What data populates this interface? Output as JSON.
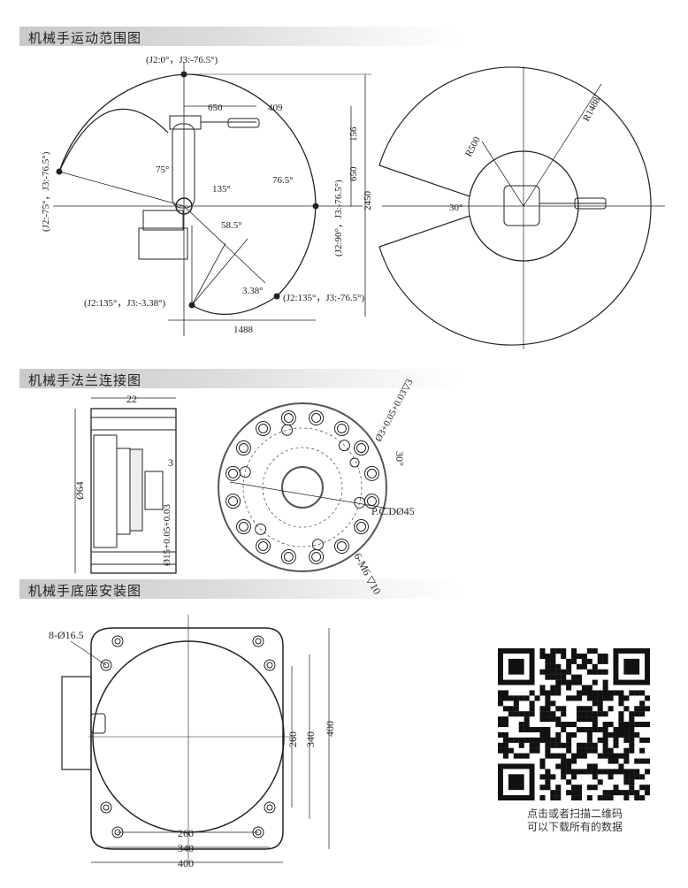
{
  "sections": {
    "motion_range": "机械手运动范围图",
    "flange": "机械手法兰连接图",
    "base": "机械手底座安装图"
  },
  "motion_side": {
    "pose_top": "(J2:0°，J3:-76.5°)",
    "pose_left": "(J2:-75°，J3:-76.5°)",
    "pose_right": "(J2:90°，J3:-76.5°)",
    "pose_bottom_left": "(J2:135°，J3:-3.38°)",
    "pose_bottom_right": "(J2:135°，J3:-76.5°)",
    "dim_arm1": "650",
    "dim_arm2": "409",
    "dim_156": "156",
    "dim_650v": "650",
    "dim_height": "2450",
    "dim_reach": "1488",
    "angle_75": "75°",
    "angle_135": "135°",
    "angle_76_5": "76.5°",
    "angle_58_5": "58.5°",
    "angle_3_38": "3.38°"
  },
  "motion_top": {
    "r_inner": "R500",
    "r_outer": "R1488",
    "angle": "30°"
  },
  "flange": {
    "width": "22",
    "diameter": "Ø64",
    "depth": "3",
    "bore": "Ø15+0.05+0.03",
    "pin": "Ø3+0.05+0.03▽3",
    "angle": "30°",
    "pcd": "P.C.DØ45",
    "thread": "6-M6 ▽10"
  },
  "base": {
    "holes": "8-Ø16.5",
    "h260": "260",
    "h340": "340",
    "h400": "400",
    "v260": "260",
    "v340": "340",
    "v400": "400"
  },
  "qr": {
    "caption_line1": "点击或者扫描二维码",
    "caption_line2": "可以下载所有的数据"
  }
}
